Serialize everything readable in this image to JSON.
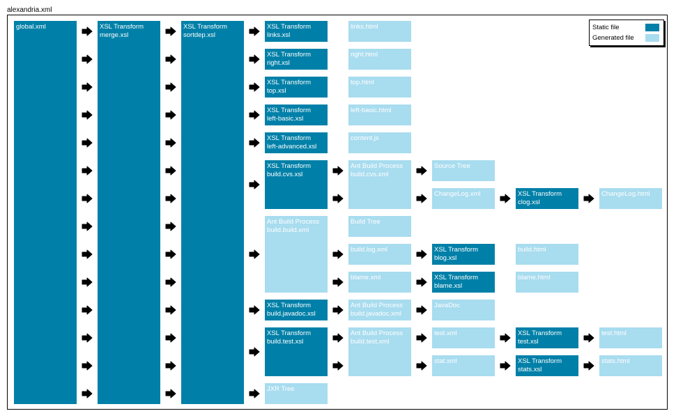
{
  "diagram": {
    "title": "alexandria.xml",
    "legend": {
      "static_label": "Static file",
      "generated_label": "Generated file",
      "static_color": "#0080a8",
      "generated_color": "#a8dcef"
    },
    "nodes": {
      "global": {
        "lines": [
          "global.xml"
        ],
        "kind": "static"
      },
      "merge": {
        "lines": [
          "XSL Transform",
          "merge.xsl"
        ],
        "kind": "static"
      },
      "sortdep": {
        "lines": [
          "XSL Transform",
          "sortdep.xsl"
        ],
        "kind": "static"
      },
      "links_xsl": {
        "lines": [
          "XSL Transform",
          "links.xsl"
        ],
        "kind": "static"
      },
      "right_xsl": {
        "lines": [
          "XSL Transform",
          "right.xsl"
        ],
        "kind": "static"
      },
      "top_xsl": {
        "lines": [
          "XSL Transform",
          "top.xsl"
        ],
        "kind": "static"
      },
      "leftbasic_xsl": {
        "lines": [
          "XSL Transform",
          "left-basic.xsl"
        ],
        "kind": "static"
      },
      "leftadv_xsl": {
        "lines": [
          "XSL Transform",
          "left-advanced.xsl"
        ],
        "kind": "static"
      },
      "buildcvs_xsl": {
        "lines": [
          "XSL Transform",
          "build.cvs.xsl"
        ],
        "kind": "static"
      },
      "antbuild_build": {
        "lines": [
          "Ant Build Process",
          "build.build.xml"
        ],
        "kind": "gen"
      },
      "buildjavadoc_xsl": {
        "lines": [
          "XSL Transform",
          "build.javadoc.xsl"
        ],
        "kind": "static"
      },
      "buildtest_xsl": {
        "lines": [
          "XSL Transform",
          "build.test.xsl"
        ],
        "kind": "static"
      },
      "jxr": {
        "lines": [
          "JXR Tree"
        ],
        "kind": "gen"
      },
      "links_html": {
        "lines": [
          "links.html"
        ],
        "kind": "gen"
      },
      "right_html": {
        "lines": [
          "right.html"
        ],
        "kind": "gen"
      },
      "top_html": {
        "lines": [
          "top.html"
        ],
        "kind": "gen"
      },
      "leftbasic_html": {
        "lines": [
          "left-basic.html"
        ],
        "kind": "gen"
      },
      "content_js": {
        "lines": [
          "content.js"
        ],
        "kind": "gen"
      },
      "antcvs": {
        "lines": [
          "Ant Build Process",
          "build.cvs.xml"
        ],
        "kind": "gen"
      },
      "buildtree": {
        "lines": [
          "Build Tree"
        ],
        "kind": "gen"
      },
      "buildlog": {
        "lines": [
          "build.log.xml"
        ],
        "kind": "gen"
      },
      "blame": {
        "lines": [
          "blame.xml"
        ],
        "kind": "gen"
      },
      "antjavadoc": {
        "lines": [
          "Ant Build Process",
          "build.javadoc.xml"
        ],
        "kind": "gen"
      },
      "anttest": {
        "lines": [
          "Ant Build Process",
          "build.test.xml"
        ],
        "kind": "gen"
      },
      "sourcetree": {
        "lines": [
          "Source Tree"
        ],
        "kind": "gen"
      },
      "changelog_xml": {
        "lines": [
          "ChangeLog.xml"
        ],
        "kind": "gen"
      },
      "blog_xsl": {
        "lines": [
          "XSL Transform",
          "blog.xsl"
        ],
        "kind": "static"
      },
      "blame_xsl": {
        "lines": [
          "XSL Transform",
          "blame.xsl"
        ],
        "kind": "static"
      },
      "javadoc": {
        "lines": [
          "JavaDoc"
        ],
        "kind": "gen"
      },
      "test_xml": {
        "lines": [
          "test.xml"
        ],
        "kind": "gen"
      },
      "stat_xml": {
        "lines": [
          "stat.xml"
        ],
        "kind": "gen"
      },
      "clog_xsl": {
        "lines": [
          "XSL Transform",
          "clog.xsl"
        ],
        "kind": "static"
      },
      "build_html": {
        "lines": [
          "build.html"
        ],
        "kind": "gen"
      },
      "blame_html": {
        "lines": [
          "blame.html"
        ],
        "kind": "gen"
      },
      "test_xsl": {
        "lines": [
          "XSL Transform",
          "test.xsl"
        ],
        "kind": "static"
      },
      "stats_xsl": {
        "lines": [
          "XSL Transform",
          "stats.xsl"
        ],
        "kind": "static"
      },
      "changelog_html": {
        "lines": [
          "ChangeLog.html"
        ],
        "kind": "gen"
      },
      "test_html": {
        "lines": [
          "test.html"
        ],
        "kind": "gen"
      },
      "stats_html": {
        "lines": [
          "stats.html"
        ],
        "kind": "gen"
      }
    }
  }
}
